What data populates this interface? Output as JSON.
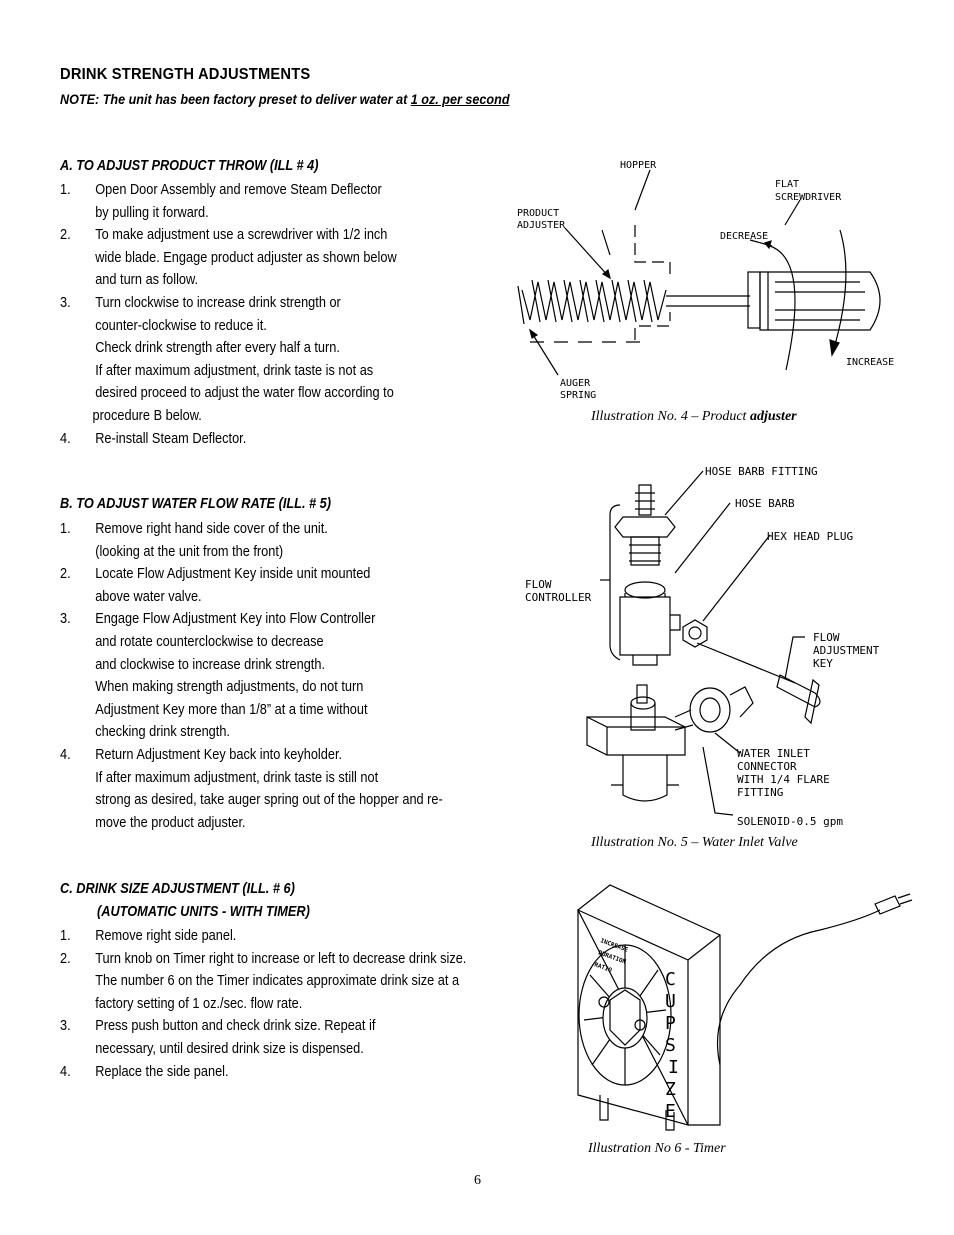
{
  "title": "DRINK STRENGTH ADJUSTMENTS",
  "note": {
    "prefix": "NOTE: The unit has been factory preset to deliver water at ",
    "underlined": "1 oz. per second"
  },
  "sections": [
    {
      "title": "A.   TO ADJUST PRODUCT THROW (ILL # 4)",
      "items": [
        {
          "num": "1.",
          "lines": [
            "Open Door Assembly and remove Steam Deflector",
            "by pulling  it forward."
          ]
        },
        {
          "num": "2.",
          "lines": [
            "To make adjustment use a screwdriver with 1/2 inch",
            "wide blade.  Engage product adjuster as shown below",
            "and turn as follow."
          ]
        },
        {
          "num": "3.",
          "lines": [
            "Turn clockwise to increase drink strength or",
            "counter-clockwise to reduce it.",
            "Check drink strength after every half a turn.",
            "If after maximum adjustment, drink taste is not as",
            "desired proceed to adjust the water flow according to",
            "procedure B below."
          ]
        },
        {
          "num": "4.",
          "lines": [
            "Re-install Steam Deflector."
          ]
        }
      ]
    },
    {
      "title": "B.   TO ADJUST WATER FLOW RATE (ILL. # 5)",
      "items": [
        {
          "num": "1.",
          "lines": [
            "Remove right hand side cover of the unit.",
            "(looking at the unit from the front)"
          ]
        },
        {
          "num": "2.",
          "lines": [
            "Locate Flow Adjustment Key inside unit mounted",
            " above water valve."
          ]
        },
        {
          "num": "3.",
          "lines": [
            "Engage Flow Adjustment Key into Flow Controller",
            "and rotate counterclockwise to decrease",
            "and clockwise to increase drink strength.",
            "When making strength adjustments, do not turn",
            "Adjustment Key more than 1/8” at a time without",
            "checking drink strength."
          ]
        },
        {
          "num": "4.",
          "lines": [
            "Return Adjustment Key back into keyholder.",
            "If after maximum adjustment, drink taste is still not",
            "strong as desired,  take auger spring  out of the hopper  and  re-",
            "move the product adjuster."
          ]
        }
      ]
    },
    {
      "title": "C.     DRINK SIZE ADJUSTMENT (ILL. # 6)",
      "subtitle": "(AUTOMATIC UNITS - WITH TIMER)",
      "items": [
        {
          "num": "1.",
          "lines": [
            "Remove right side panel."
          ]
        },
        {
          "num": "2.",
          "lines": [
            "Turn knob on Timer right to increase or left to decrease   drink size.",
            "The number 6 on the Timer indicates    approximate drink size at a",
            "factory setting of  1 oz./sec. flow rate."
          ]
        },
        {
          "num": "3.",
          "lines": [
            "Press push button and check drink size.  Repeat if",
            "necessary, until desired drink size is dispensed."
          ]
        },
        {
          "num": "4.",
          "lines": [
            "Replace the side panel."
          ]
        }
      ]
    }
  ],
  "illustrations": {
    "ill4": {
      "caption_prefix": "Illustration No. 4 – Product ",
      "caption_bold": "adjuster",
      "labels": {
        "hopper": "HOPPER",
        "flat1": "FLAT",
        "flat2": "SCREWDRIVER",
        "product1": "PRODUCT",
        "product2": "ADJUSTER",
        "decrease": "DECREASE",
        "increase": "INCREASE",
        "auger1": "AUGER",
        "auger2": "SPRING"
      }
    },
    "ill5": {
      "caption": "Illustration No. 5 – Water  Inlet Valve",
      "labels": {
        "hbfitting": "HOSE BARB FITTING",
        "hosebarb": "HOSE BARB",
        "hexplug": "HEX HEAD PLUG",
        "flow1": "FLOW",
        "flow2": "CONTROLLER",
        "key1": "FLOW",
        "key2": "ADJUSTMENT",
        "key3": "KEY",
        "inlet1": "WATER INLET",
        "inlet2": "CONNECTOR",
        "inlet3": "WITH 1/4 FLARE",
        "inlet4": "FITTING",
        "solenoid": "SOLENOID-0.5 gpm"
      }
    },
    "ill6": {
      "caption": "Illustration No 6  - Timer",
      "labels": {
        "cupsize": [
          "C",
          "U",
          "P",
          "S",
          "I",
          "Z",
          "E"
        ]
      }
    }
  },
  "page_number": "6"
}
